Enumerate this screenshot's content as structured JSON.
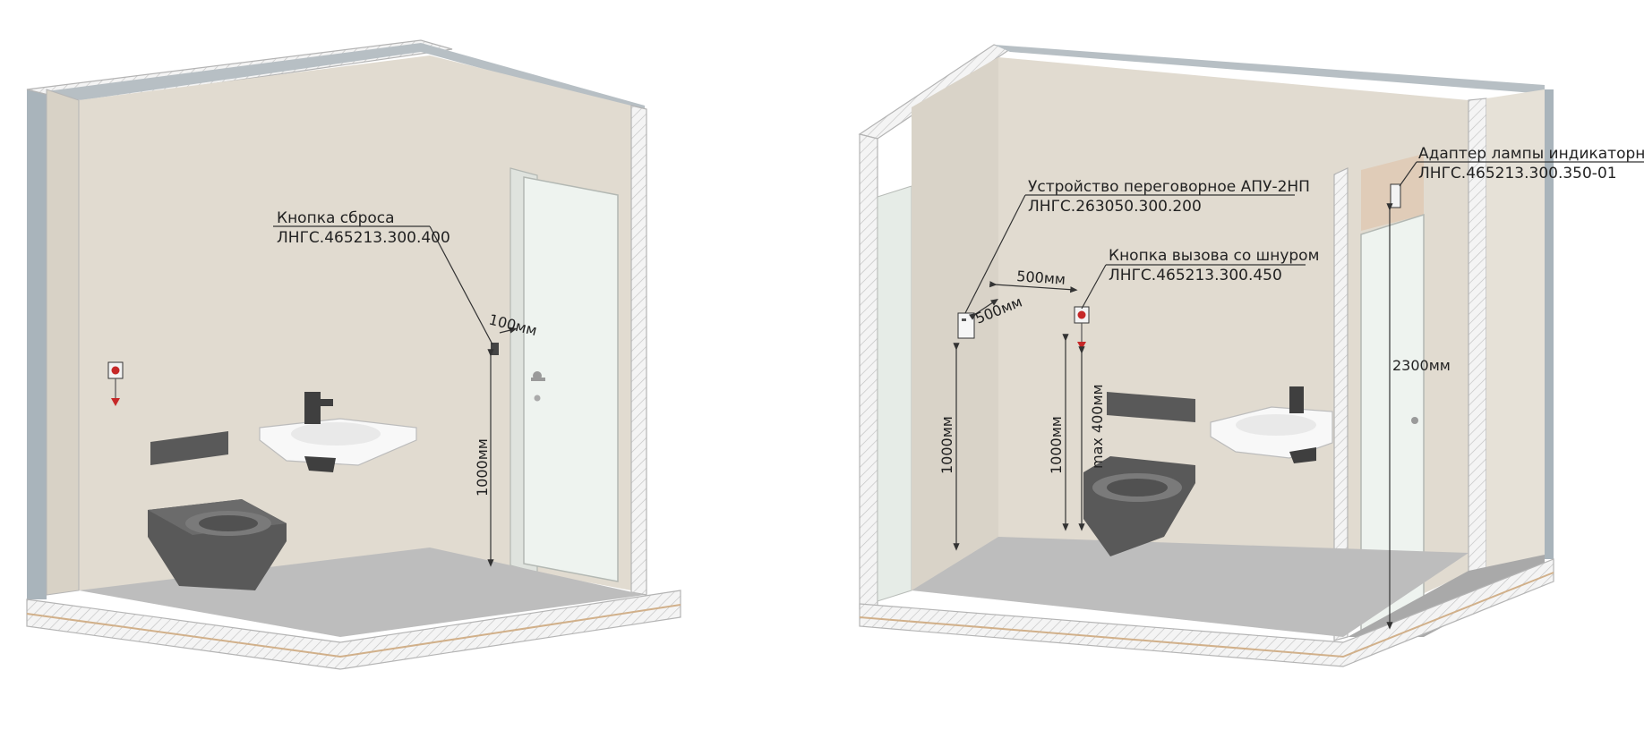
{
  "left_room": {
    "reset_button": {
      "name": "Кнопка сброса",
      "code": "ЛНГС.465213.300.400"
    },
    "dim_offset": "100мм",
    "dim_height": "1000мм"
  },
  "right_room": {
    "intercom": {
      "name": "Устройство переговорное АПУ-2НП",
      "code": "ЛНГС.263050.300.200"
    },
    "call_button": {
      "name": "Кнопка вызова со шнуром",
      "code": "ЛНГС.465213.300.450"
    },
    "lamp_adapter": {
      "name": "Адаптер лампы индикаторной",
      "code": "ЛНГС.465213.300.350-01"
    },
    "dim_horizontal_1": "500мм",
    "dim_horizontal_2": "500мм",
    "dim_intercom_height": "1000мм",
    "dim_button_height": "1000мм",
    "dim_cord": "max 400мм",
    "dim_lamp_height": "2300мм"
  },
  "colors": {
    "wall": "#e1dbd0",
    "floor": "#bdbdbd",
    "fixture": "#595959",
    "button_red": "#c62828"
  }
}
